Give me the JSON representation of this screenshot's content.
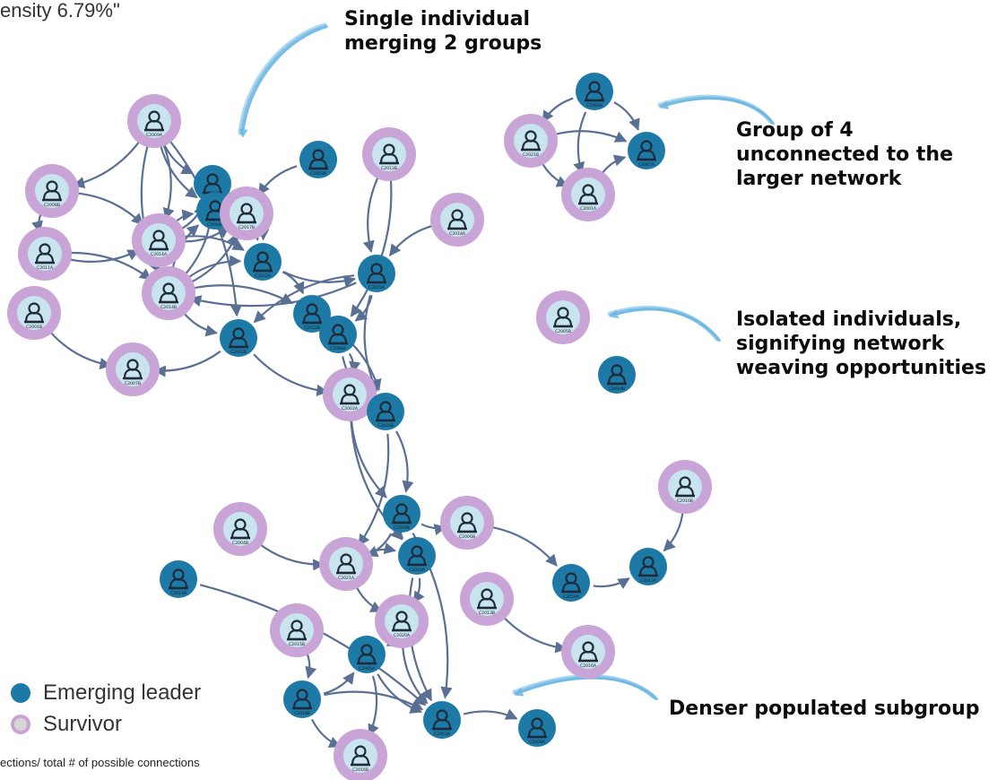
{
  "header_fragment": "ensity 6.79%\"",
  "footnote": "ections/ total # of possible connections",
  "legend": [
    {
      "label": "Emerging leader",
      "color": "#1d7aa6"
    },
    {
      "label": "Survivor",
      "color": "#d6d6d6"
    }
  ],
  "callouts": [
    {
      "text": "Single individual\nmerging 2 groups"
    },
    {
      "text": "Group of 4\nunconnected to the\nlarger network"
    },
    {
      "text": "Isolated individuals,\nsignifying network\nweaving opportunities"
    },
    {
      "text": "Denser populated subgroup"
    }
  ],
  "colors": {
    "edge": "#5a6f94",
    "leader": "#1d7aa6",
    "survivor_inner": "#c8e4ee",
    "survivor_ring": "#c8a5d6",
    "arrow": "#6bb7e3",
    "icon": "#1f2b3a"
  },
  "nodes": [
    {
      "id": "C2009A",
      "role": "survivor"
    },
    {
      "id": "C2017A",
      "role": "leader"
    },
    {
      "id": "C2008B",
      "role": "survivor"
    },
    {
      "id": "C2004A",
      "role": "leader"
    },
    {
      "id": "C2003B",
      "role": "leader"
    },
    {
      "id": "C2011A",
      "role": "survivor"
    },
    {
      "id": "C2017B",
      "role": "survivor"
    },
    {
      "id": "C2014A",
      "role": "survivor"
    },
    {
      "id": "C2022A",
      "role": "leader"
    },
    {
      "id": "C2012B",
      "role": "survivor"
    },
    {
      "id": "C2018A",
      "role": "survivor"
    },
    {
      "id": "C2015A",
      "role": "leader"
    },
    {
      "id": "C2014B",
      "role": "survivor"
    },
    {
      "id": "C2022B",
      "role": "leader"
    },
    {
      "id": "C2001B",
      "role": "survivor"
    },
    {
      "id": "C2006A",
      "role": "leader"
    },
    {
      "id": "C2007B",
      "role": "survivor"
    },
    {
      "id": "C2002B",
      "role": "leader"
    },
    {
      "id": "C2002A",
      "role": "survivor"
    },
    {
      "id": "C2020B",
      "role": "leader"
    },
    {
      "id": "C2009B",
      "role": "leader"
    },
    {
      "id": "C2006B",
      "role": "survivor"
    },
    {
      "id": "C2004B",
      "role": "survivor"
    },
    {
      "id": "C2021A",
      "role": "survivor"
    },
    {
      "id": "C2010A",
      "role": "leader"
    },
    {
      "id": "C2019A",
      "role": "leader"
    },
    {
      "id": "C2013A",
      "role": "leader"
    },
    {
      "id": "C2011B",
      "role": "leader"
    },
    {
      "id": "C2020A",
      "role": "survivor"
    },
    {
      "id": "C2013B",
      "role": "survivor"
    },
    {
      "id": "C2015B",
      "role": "survivor"
    },
    {
      "id": "C2005A",
      "role": "leader"
    },
    {
      "id": "C2010B",
      "role": "survivor"
    },
    {
      "id": "C2016A",
      "role": "survivor"
    },
    {
      "id": "C2018B",
      "role": "leader"
    },
    {
      "id": "C2012A",
      "role": "leader"
    },
    {
      "id": "C2016B",
      "role": "survivor"
    },
    {
      "id": "C2008A",
      "role": "leader"
    },
    {
      "id": "C2003A",
      "role": "leader"
    },
    {
      "id": "C2021B",
      "role": "survivor"
    },
    {
      "id": "C2007A",
      "role": "leader"
    },
    {
      "id": "C2001A",
      "role": "survivor"
    },
    {
      "id": "C2005B",
      "role": "survivor"
    },
    {
      "id": "C2019B",
      "role": "leader"
    },
    {
      "id": "C2023A",
      "role": "leader"
    }
  ]
}
